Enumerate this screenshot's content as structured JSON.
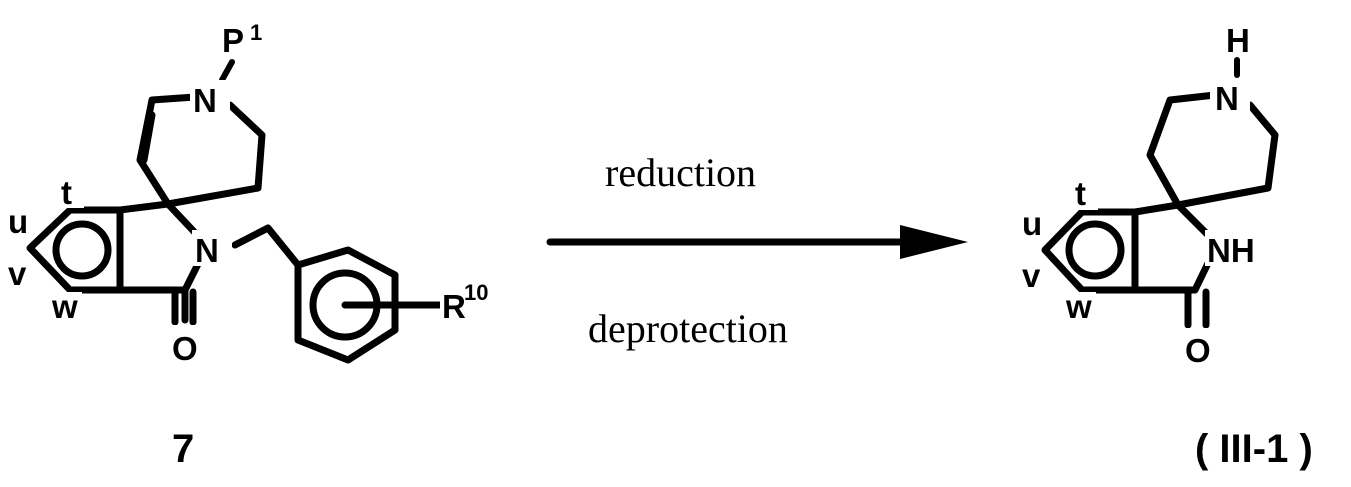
{
  "reactant": {
    "label": "7",
    "ring_atoms": {
      "t": "t",
      "u": "u",
      "v": "v",
      "w": "w"
    },
    "n_protected": "N",
    "protecting_group": "P",
    "protecting_group_sup": "1",
    "lactam_n": "N",
    "carbonyl_o": "O",
    "substituent": "R",
    "substituent_sup": "10"
  },
  "arrow": {
    "above": "reduction",
    "below": "deprotection"
  },
  "product": {
    "label": "( III-1 )",
    "ring_atoms": {
      "t": "t",
      "u": "u",
      "v": "v",
      "w": "w"
    },
    "piperidine_h": "H",
    "piperidine_n": "N",
    "lactam_nh": "NH",
    "carbonyl_o": "O"
  }
}
